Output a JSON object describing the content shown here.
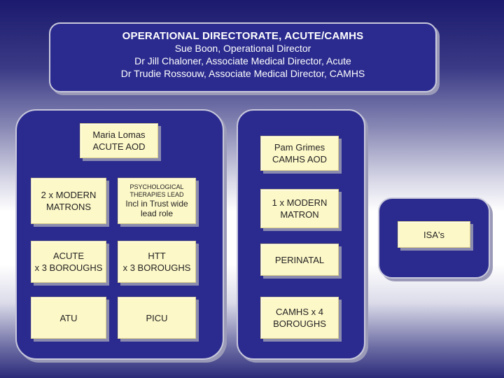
{
  "header": {
    "title": "OPERATIONAL DIRECTORATE, ACUTE/CAMHS",
    "line1": "Sue Boon, Operational Director",
    "line2": "Dr Jill Chaloner, Associate Medical Director, Acute",
    "line3": "Dr Trudie Rossouw, Associate Medical Director, CAMHS"
  },
  "acute": {
    "aod_name": "Maria Lomas",
    "aod_role": "ACUTE AOD",
    "matrons": "2 x MODERN MATRONS",
    "psych_small": "PSYCHOLOGICAL THERAPIES LEAD",
    "psych_main": "Incl in Trust wide lead role",
    "acute_boroughs_1": "ACUTE",
    "acute_boroughs_2": "x 3 BOROUGHS",
    "htt_1": "HTT",
    "htt_2": "x 3 BOROUGHS",
    "atu": "ATU",
    "picu": "PICU"
  },
  "camhs": {
    "aod_name": "Pam Grimes",
    "aod_role": "CAMHS AOD",
    "matron_1": "1 x MODERN",
    "matron_2": "MATRON",
    "perinatal": "PERINATAL",
    "boroughs_1": "CAMHS x 4",
    "boroughs_2": "BOROUGHS"
  },
  "isa": {
    "label": "ISA's"
  }
}
